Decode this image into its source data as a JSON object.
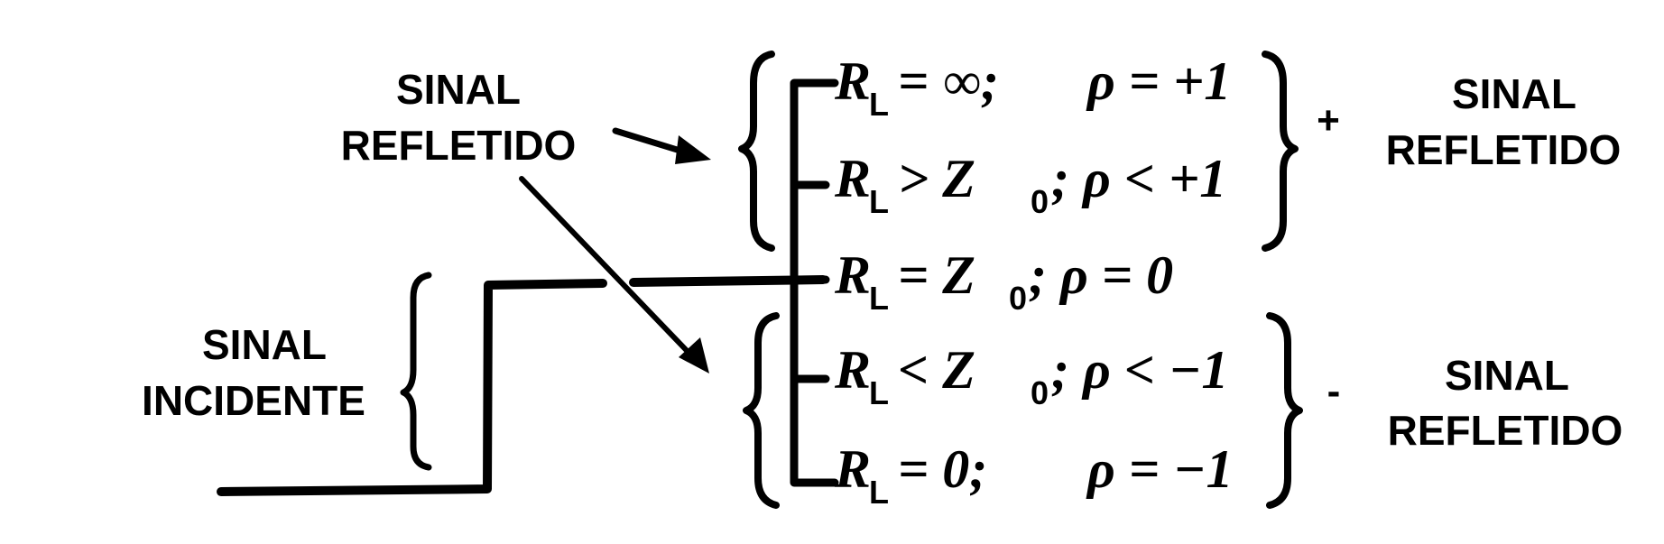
{
  "labels": {
    "reflected_top": [
      "SINAL",
      "REFLETIDO"
    ],
    "incident": [
      "SINAL",
      "INCIDENTE"
    ],
    "positive_reflected": [
      "SINAL",
      "REFLETIDO"
    ],
    "negative_reflected": [
      "SINAL",
      "REFLETIDO"
    ],
    "plus_sign": "+",
    "minus_sign": "-"
  },
  "cases": [
    {
      "r": "R",
      "sub": "L",
      "cond": " = ∞;",
      "rho": "ρ = +1"
    },
    {
      "r": "R",
      "sub": "L",
      "cond": " > Z",
      "zsub": "0",
      "rho": "; ρ < +1"
    },
    {
      "r": "R",
      "sub": "L",
      "cond": " = Z",
      "zsub": "0",
      "rho": ";  ρ = 0"
    },
    {
      "r": "R",
      "sub": "L",
      "cond": " < Z",
      "zsub": "0",
      "rho": "; ρ < −1"
    },
    {
      "r": "R",
      "sub": "L",
      "cond": " = 0;",
      "rho": "ρ =  −1"
    }
  ]
}
